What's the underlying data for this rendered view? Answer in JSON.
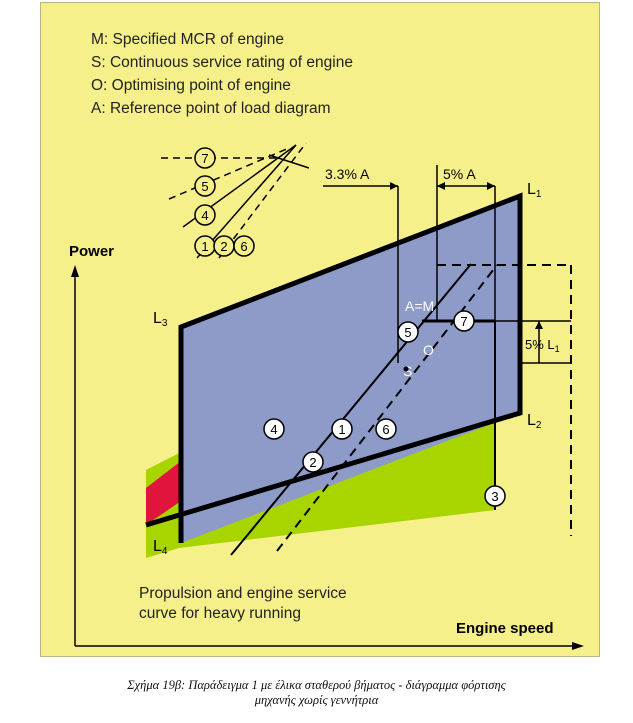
{
  "legend": [
    "M: Specified MCR of engine",
    "S:  Continuous service rating of engine",
    "O:  Optimising point of engine",
    "A:  Reference point of load diagram"
  ],
  "labels": {
    "power": "Power",
    "engine_speed": "Engine speed",
    "l1": "L",
    "l1_sub": "1",
    "l2": "L",
    "l2_sub": "2",
    "l3": "L",
    "l3_sub": "3",
    "l4": "L",
    "l4_sub": "4",
    "pct33": "3.3% A",
    "pct5a": "5% A",
    "pct5l": "5% L",
    "pct5l_sub": "1",
    "am": "A=M",
    "o": "O",
    "s": "S",
    "propulsion_1": "Propulsion and engine service",
    "propulsion_2": "curve for heavy running"
  },
  "circles": {
    "c1": "1",
    "c2": "2",
    "c3": "3",
    "c4": "4",
    "c5": "5",
    "c6": "6",
    "c7": "7"
  },
  "key_circles": [
    "7",
    "5",
    "4",
    "1",
    "2",
    "6"
  ],
  "caption": {
    "line1": "Σχήμα 19β: Παράδειγμα 1 με  έλικα σταθερού βήματος - διάγραμμα φόρτισης",
    "line2": "μηχανής χωρίς γεννήτρια"
  },
  "colors": {
    "background": "#f6f08a",
    "blue_zone": "#8e9bc8",
    "red_zone": "#e0143c",
    "green_zone": "#a8d400"
  }
}
